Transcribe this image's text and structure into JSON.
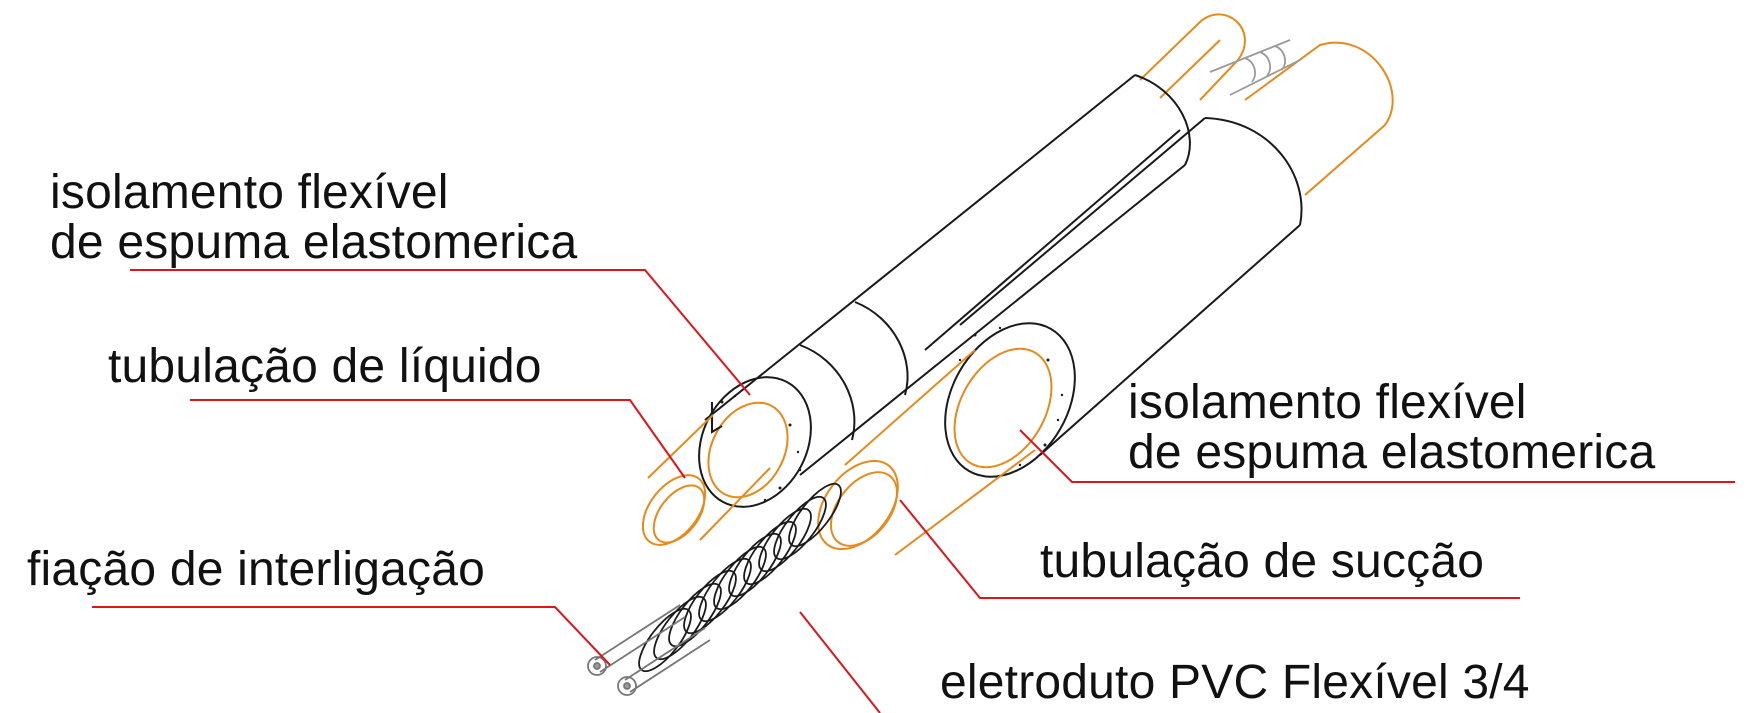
{
  "colors": {
    "background": "#ffffff",
    "outline": "#1a1a1a",
    "copper_pipe": "#e8891c",
    "leader_line": "#e0141b",
    "conduit_gray": "#9a9a9a"
  },
  "labels": {
    "insulation_left": {
      "line1": "isolamento flexível",
      "line2": "de espuma elastomerica"
    },
    "liquid_pipe": "tubulação de líquido",
    "wiring": "fiação de interligação",
    "insulation_right": {
      "line1": "isolamento flexível",
      "line2": "de espuma elastomerica"
    },
    "suction_pipe": "tubulação de sucção",
    "conduit": "eletroduto PVC Flexível 3/4"
  }
}
